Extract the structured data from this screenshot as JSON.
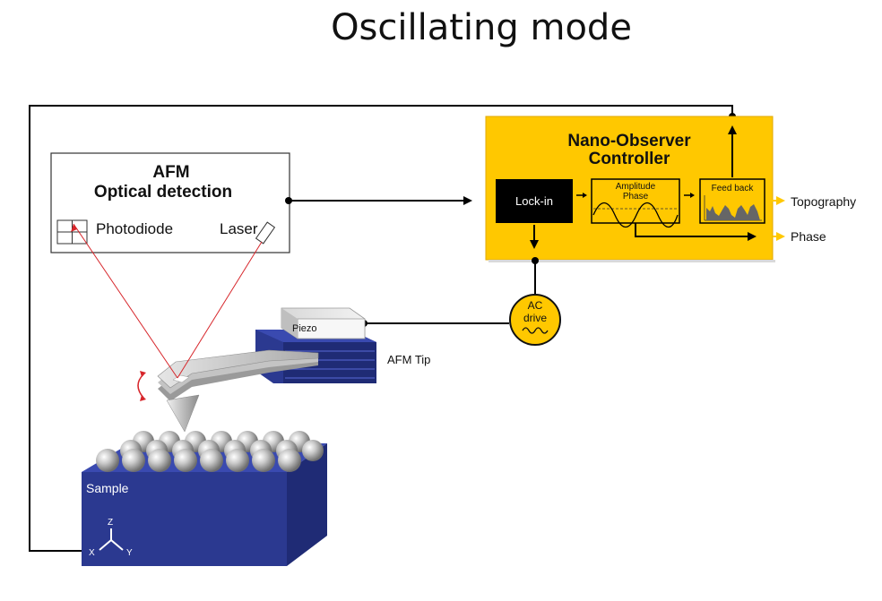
{
  "title": "Oscillating mode",
  "afm_box": {
    "line1": "AFM",
    "line2": "Optical detection",
    "photodiode": "Photodiode",
    "laser": "Laser"
  },
  "controller": {
    "line1": "Nano-Observer",
    "line2": "Controller",
    "lockin": "Lock-in",
    "amplitude": "Amplitude",
    "phase": "Phase",
    "feedback": "Feed back"
  },
  "outputs": {
    "topography": "Topography",
    "phase": "Phase"
  },
  "ac_drive": {
    "line1": "AC",
    "line2": "drive"
  },
  "piezo": "Piezo",
  "afm_tip": "AFM Tip",
  "sample": "Sample",
  "axes": {
    "z": "Z",
    "x": "X",
    "y": "Y"
  },
  "colors": {
    "controller_fill": "#ffc800",
    "lockin_fill": "#000000",
    "sample_blue": "#2b3990",
    "laser_red": "#d7262b"
  }
}
